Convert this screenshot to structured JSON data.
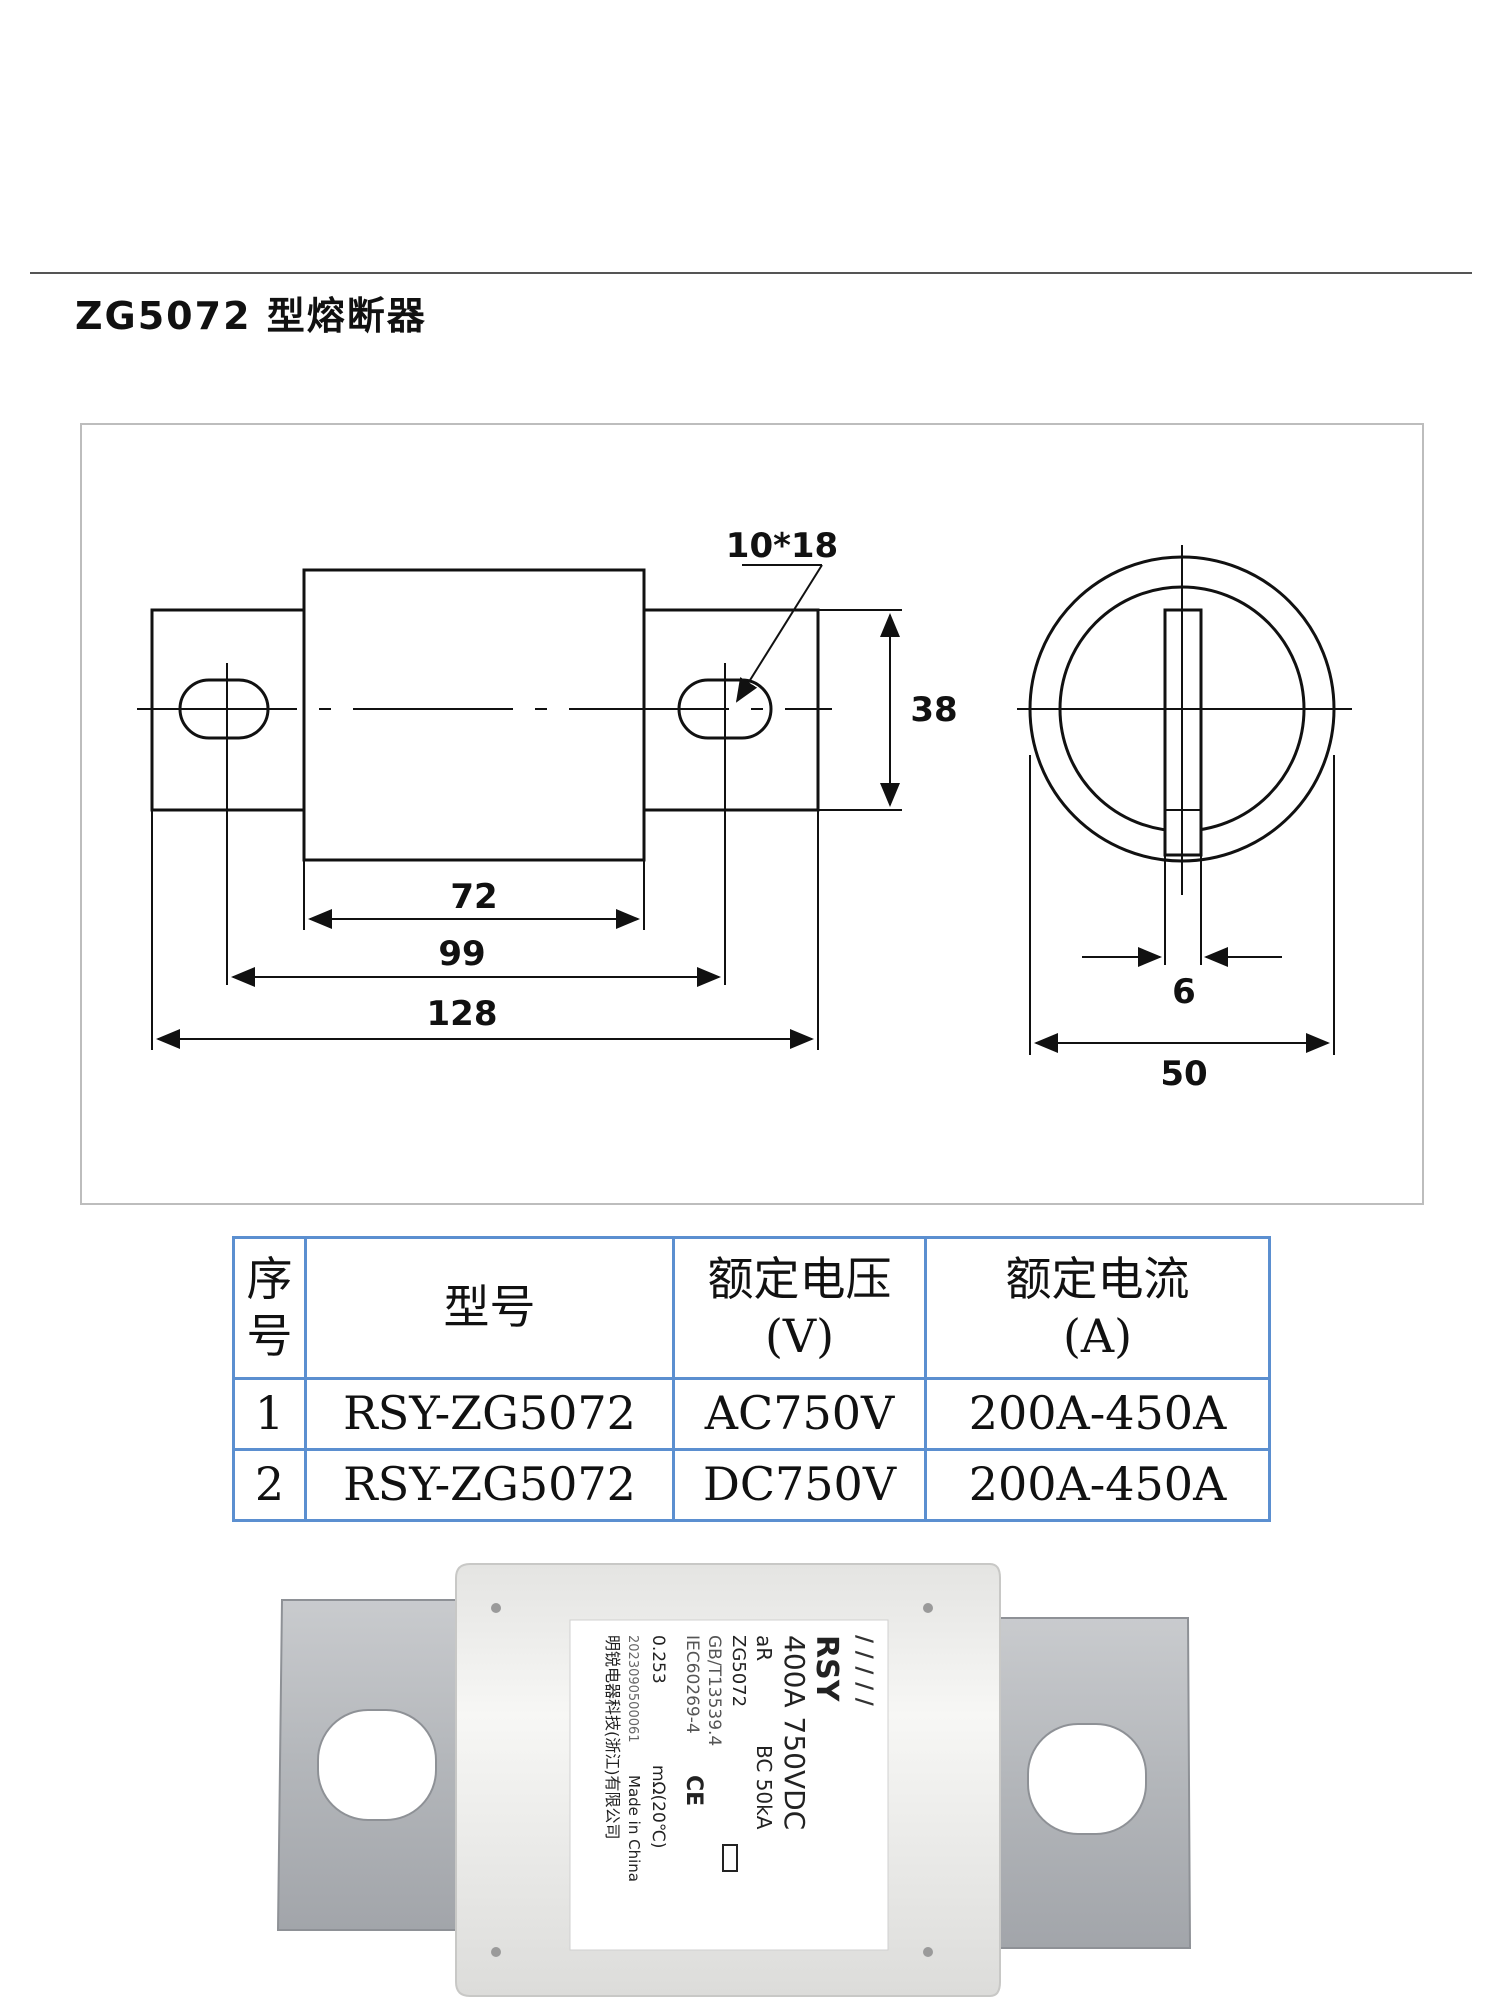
{
  "title": "ZG5072 型熔断器",
  "drawing": {
    "dims": {
      "slot": "10*18",
      "height": "38",
      "body": "72",
      "holes": "99",
      "overall": "128",
      "thickness": "6",
      "diameter": "50"
    }
  },
  "table": {
    "headers": {
      "index_line1": "序",
      "index_line2": "号",
      "model": "型号",
      "voltage_line1": "额定电压",
      "voltage_line2": "(V)",
      "current_line1": "额定电流",
      "current_line2": "(A)"
    },
    "rows": [
      {
        "index": "1",
        "model": "RSY-ZG5072",
        "voltage": "AC750V",
        "current": "200A-450A"
      },
      {
        "index": "2",
        "model": "RSY-ZG5072",
        "voltage": "DC750V",
        "current": "200A-450A"
      }
    ]
  },
  "label": {
    "brand": "RSY",
    "rating": "400A 750VDC",
    "class": "aR",
    "breaking": "BC 50kA",
    "model": "ZG5072",
    "standard1": "GB/T13539.4",
    "standard2": "IEC60269-4",
    "resistance": "0.253",
    "resistance_unit": "mΩ(20℃)",
    "serial": "2023090500061",
    "origin": "Made in China",
    "maker": "明锐电器科技(浙江)有限公司",
    "ce": "CE"
  },
  "colors": {
    "table_border": "#5b8fd0",
    "plate": "#b9bcc0",
    "body": "#f1f1ef"
  }
}
